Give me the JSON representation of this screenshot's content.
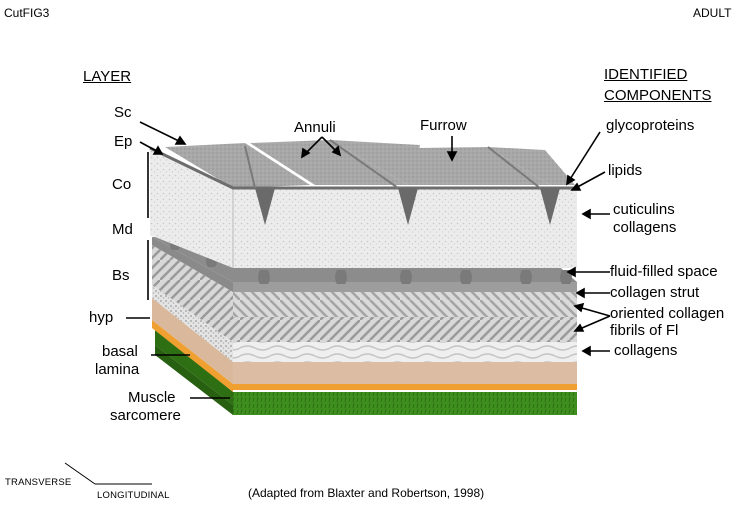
{
  "header": {
    "left_label": "CutFIG3",
    "right_label": "ADULT"
  },
  "headings": {
    "layer": "LAYER",
    "components_line1": "IDENTIFIED",
    "components_line2": "COMPONENTS"
  },
  "layers": {
    "sc": "Sc",
    "ep": "Ep",
    "co": "Co",
    "md": "Md",
    "bs": "Bs",
    "hyp": "hyp",
    "basal_line1": "basal",
    "basal_line2": "lamina",
    "muscle_line1": "Muscle",
    "muscle_line2": "sarcomere"
  },
  "surface_labels": {
    "annuli": "Annuli",
    "furrow": "Furrow"
  },
  "components": {
    "glycoproteins": "glycoproteins",
    "lipids": "lipids",
    "cuticulins": "cuticulins",
    "collagens_cortical": "collagens",
    "fluid_space": "fluid-filled space",
    "collagen_strut": "collagen strut",
    "oriented_line1": "oriented collagen",
    "oriented_line2": "fibrils of Fl",
    "collagens_basal": "collagens"
  },
  "orientation": {
    "transverse": "TRANSVERSE",
    "longitudinal": "LONGITUDINAL"
  },
  "citation": "(Adapted from Blaxter and Robertson, 1998)",
  "colors": {
    "muscle": "#3f8f1f",
    "lamina": "#f0a030",
    "hypodermis": "#dcbca3",
    "cortical": "#e8e8e8",
    "surface": "#a9a9a9"
  }
}
